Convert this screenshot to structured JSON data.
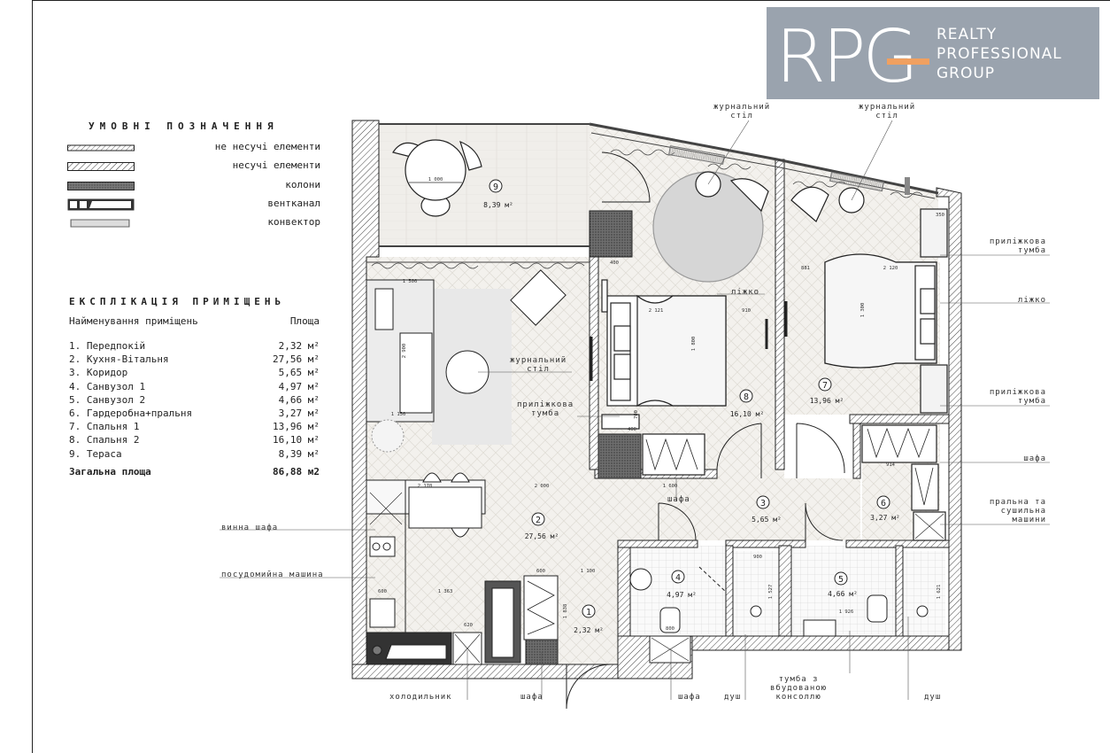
{
  "logo": {
    "letters": "RPG",
    "line1": "REALTY",
    "line2": "PROFESSIONAL",
    "line3": "GROUP",
    "bg_color": "#9aa3ae",
    "accent_color": "#f0a060"
  },
  "legend": {
    "title": "УМОВНІ ПОЗНАЧЕННЯ",
    "items": [
      {
        "label": "не несучі елементи",
        "icon": "hatch-thin-swatch"
      },
      {
        "label": "несучі елементи",
        "icon": "hatch-thick-swatch"
      },
      {
        "label": "колони",
        "icon": "dotted-swatch"
      },
      {
        "label": "вентканал",
        "icon": "vent-swatch"
      },
      {
        "label": "конвектор",
        "icon": "convector-swatch"
      }
    ]
  },
  "explication": {
    "title": "ЕКСПЛІКАЦІЯ ПРИМІЩЕНЬ",
    "col_name": "Найменування приміщень",
    "col_area": "Площа",
    "rooms": [
      {
        "name": "1. Передпокій",
        "area": "2,32 м²"
      },
      {
        "name": "2. Кухня-Вітальня",
        "area": "27,56 м²"
      },
      {
        "name": "3. Коридор",
        "area": "5,65 м²"
      },
      {
        "name": "4. Санвузол 1",
        "area": "4,97 м²"
      },
      {
        "name": "5. Санвузол 2",
        "area": "4,66 м²"
      },
      {
        "name": "6. Гардеробна+пральня",
        "area": "3,27 м²"
      },
      {
        "name": "7. Спальня 1",
        "area": "13,96 м²"
      },
      {
        "name": "8. Спальня 2",
        "area": "16,10 м²"
      },
      {
        "name": "9. Тераса",
        "area": "8,39 м²"
      }
    ],
    "total_label": "Загальна площа",
    "total_value": "86,88 м2"
  },
  "plan": {
    "room_tags": [
      {
        "num": "1",
        "area": "2,32 м²"
      },
      {
        "num": "2",
        "area": "27,56 м²"
      },
      {
        "num": "3",
        "area": "5,65 м²"
      },
      {
        "num": "4",
        "area": "4,97 м²"
      },
      {
        "num": "5",
        "area": "4,66 м²"
      },
      {
        "num": "6",
        "area": "3,27 м²"
      },
      {
        "num": "7",
        "area": "13,96 м²"
      },
      {
        "num": "8",
        "area": "16,10 м²"
      },
      {
        "num": "9",
        "area": "8,39 м²"
      }
    ],
    "callouts": {
      "coffee_table_1_a": "журнальний",
      "coffee_table_1_b": "стіл",
      "coffee_table_2_a": "журнальний",
      "coffee_table_2_b": "стіл",
      "bedside_1_a": "приліжкова",
      "bedside_1_b": "тумба",
      "bed_right": "ліжко",
      "bedside_2_a": "приліжкова",
      "bedside_2_b": "тумба",
      "wardrobe_right": "шафа",
      "laundry_a": "пральна та",
      "laundry_b": "сушильна",
      "laundry_c": "машини",
      "bed_center": "ліжко",
      "coffee_living_a": "журнальний",
      "coffee_living_b": "стіл",
      "bedside_center_a": "приліжкова",
      "bedside_center_b": "тумба",
      "wardrobe_center": "шафа",
      "wine": "винна шафа",
      "dishwasher": "посудомийна машина",
      "fridge": "холодильник",
      "wardrobe_entry": "шафа",
      "wardrobe_bath": "шафа",
      "shower_1": "душ",
      "vanity_a": "тумба з",
      "vanity_b": "вбудованою",
      "vanity_c": "консоллю",
      "shower_2": "душ"
    },
    "dims": {
      "d1000": "1 000",
      "d1500": "1 500",
      "d2900": "2 900",
      "d1150": "1 150",
      "d2121": "2 121",
      "d910": "910",
      "d1800": "1 800",
      "d2120": "2 120",
      "d881": "881",
      "d1300": "1 300",
      "d2170": "2 170",
      "d2000": "2 000",
      "d1600": "1 600",
      "d600": "600",
      "d1100": "1 100",
      "d1363": "1 363",
      "d1926": "1 926",
      "d900": "900",
      "d800": "800",
      "d350": "350",
      "d400": "400",
      "d700": "700",
      "d914": "914",
      "d620": "620",
      "d1838": "1 838",
      "d1621": "1 621",
      "d1527": "1 527"
    }
  }
}
